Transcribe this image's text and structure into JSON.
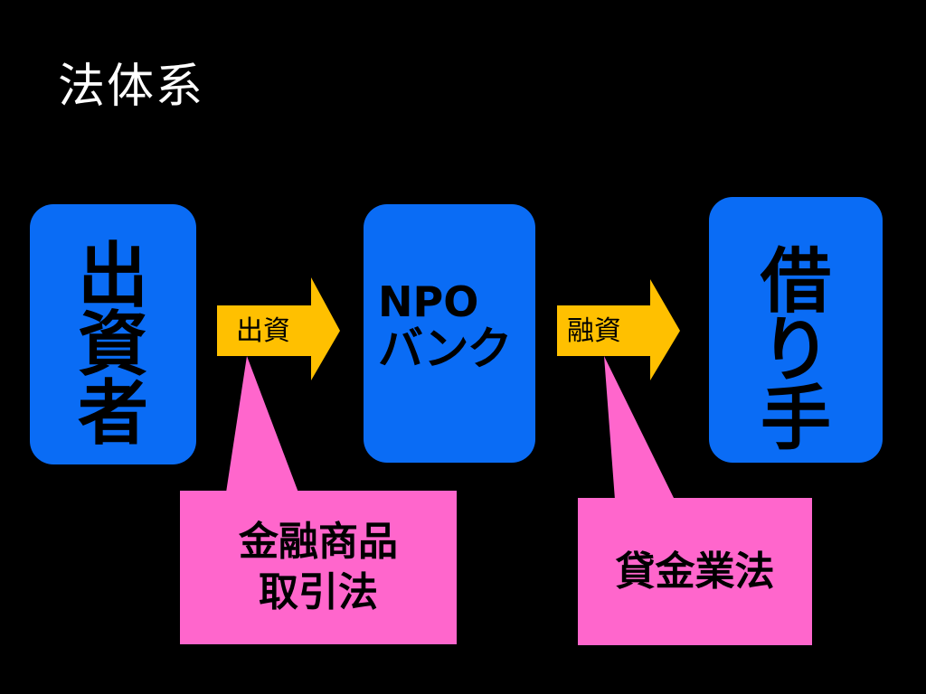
{
  "title": "法体系",
  "boxes": {
    "investor": "出資者",
    "npo_line1": "NPO",
    "npo_line2": "バンク",
    "borrower": "借り手"
  },
  "arrows": {
    "left_label": "出資",
    "right_label": "融資"
  },
  "callouts": {
    "left_line1": "金融商品",
    "left_line2": "取引法",
    "right": "貸金業法"
  },
  "colors": {
    "background": "#000000",
    "box_fill": "#0a6cf5",
    "arrow_fill": "#ffc000",
    "callout_fill": "#ff66cc"
  }
}
